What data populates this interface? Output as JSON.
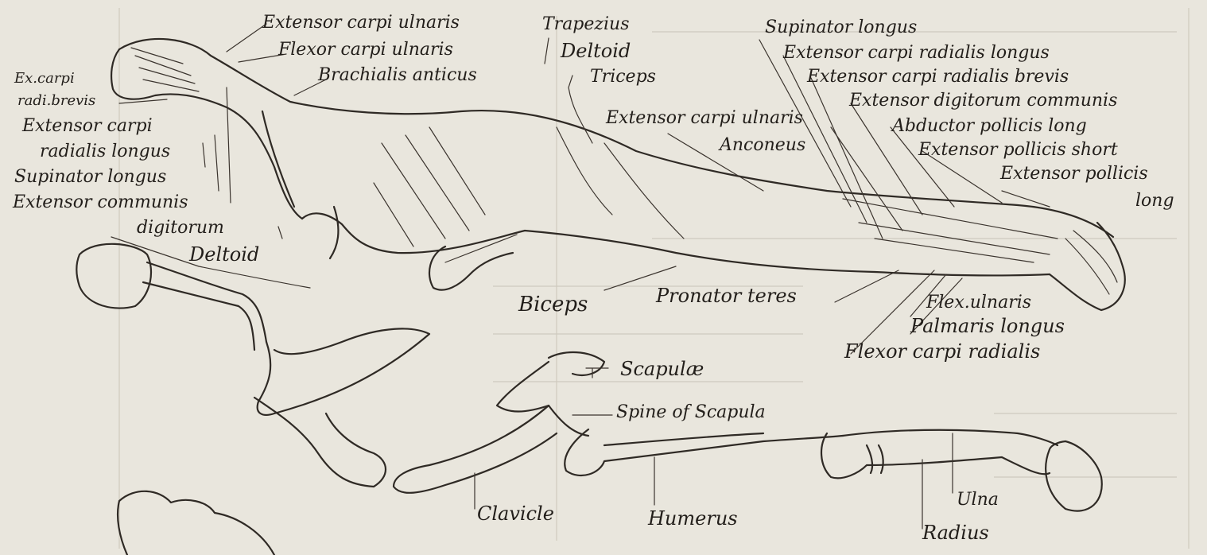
{
  "labels": {
    "extensor_carpi_ulnaris_top": "Extensor carpi ulnaris",
    "flexor_carpi_ulnaris_top": "Flexor carpi ulnaris",
    "trapezius": "Trapezius",
    "deltoid_top": "Deltoid",
    "brachialis_anticus": "Brachialis anticus",
    "triceps": "Triceps",
    "ex_carpi": "Ex.carpi",
    "radi_brevis": "radi.brevis",
    "extensor_carpi_left": "Extensor carpi",
    "radialis_longus_left": "radialis longus",
    "supinator_longus_left": "Supinator longus",
    "extensor_communis": "Extensor communis",
    "digitorum": "digitorum",
    "deltoid_left": "Deltoid",
    "supinator_longus_right": "Supinator longus",
    "ext_carpi_rad_longus": "Extensor carpi radialis longus",
    "ext_carpi_rad_brevis": "Extensor carpi radialis brevis",
    "ext_digitorum_communis": "Extensor digitorum communis",
    "extensor_carpi_ulnaris_mid": "Extensor carpi ulnaris",
    "abductor_pollicis_long": "Abductor pollicis long",
    "anconeus": "Anconeus",
    "extensor_pollicis_short": "Extensor pollicis short",
    "extensor_pollicis": "Extensor pollicis",
    "long": "long",
    "biceps": "Biceps",
    "pronator_teres": "Pronator teres",
    "flex_ulnaris": "Flex.ulnaris",
    "palmaris_longus": "Palmaris longus",
    "flexor_carpi_radialis": "Flexor carpi radialis",
    "scapulae": "Scapulæ",
    "spine_of_scapula": "Spine of Scapula",
    "clavicle": "Clavicle",
    "humerus": "Humerus",
    "ulna": "Ulna",
    "radius": "Radius"
  }
}
